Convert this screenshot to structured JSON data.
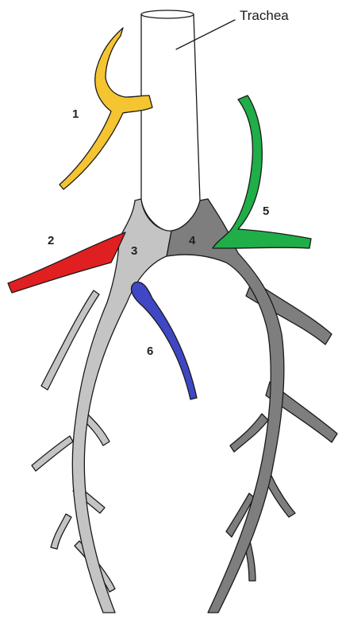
{
  "title_label": "Trachea",
  "segments": [
    {
      "id": "1",
      "color": "#f5c431"
    },
    {
      "id": "2",
      "color": "#e02020"
    },
    {
      "id": "3",
      "color": "#c4c4c4"
    },
    {
      "id": "4",
      "color": "#7e7e7e"
    },
    {
      "id": "5",
      "color": "#1fae48"
    },
    {
      "id": "6",
      "color": "#3f47c5"
    }
  ],
  "trachea_color": "#ffffff"
}
